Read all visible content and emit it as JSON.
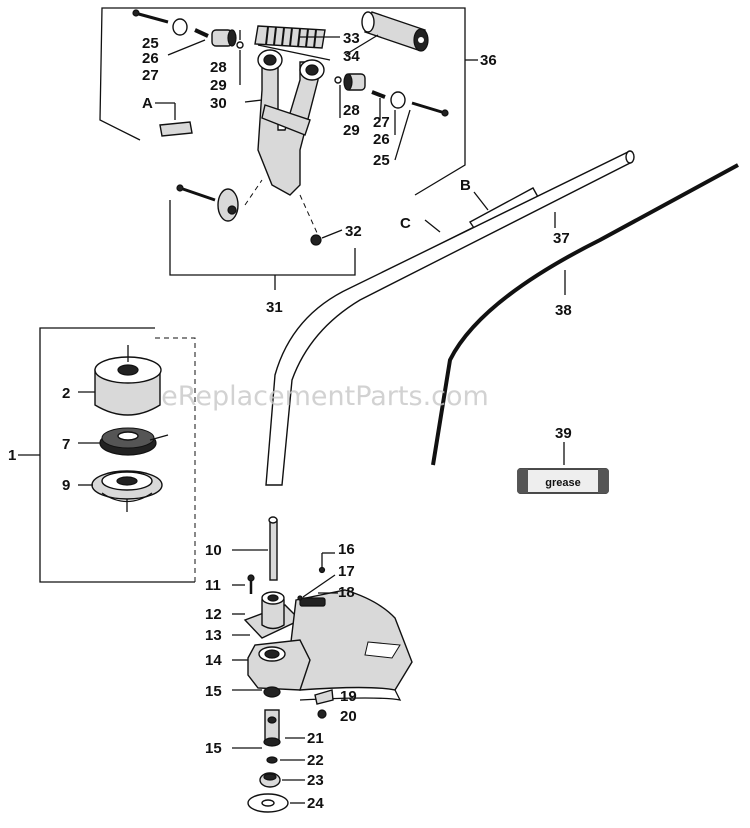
{
  "watermark": "eReplacementParts.com",
  "labels": {
    "p1": "1",
    "p2": "2",
    "p7": "7",
    "p9": "9",
    "p10": "10",
    "p11": "11",
    "p12": "12",
    "p13": "13",
    "p14": "14",
    "p15a": "15",
    "p15b": "15",
    "p16": "16",
    "p17": "17",
    "p18": "18",
    "p19": "19",
    "p20": "20",
    "p21": "21",
    "p22": "22",
    "p23": "23",
    "p24": "24",
    "p25a": "25",
    "p26a": "26",
    "p27a": "27",
    "p28a": "28",
    "p29a": "29",
    "p30": "30",
    "p31": "31",
    "p32": "32",
    "p33": "33",
    "p34": "34",
    "p25b": "25",
    "p26b": "26",
    "p27b": "27",
    "p28b": "28",
    "p29b": "29",
    "p36": "36",
    "p37": "37",
    "p38": "38",
    "p39": "39",
    "pA": "A",
    "pB": "B",
    "pC": "C"
  },
  "grease_label": "grease"
}
